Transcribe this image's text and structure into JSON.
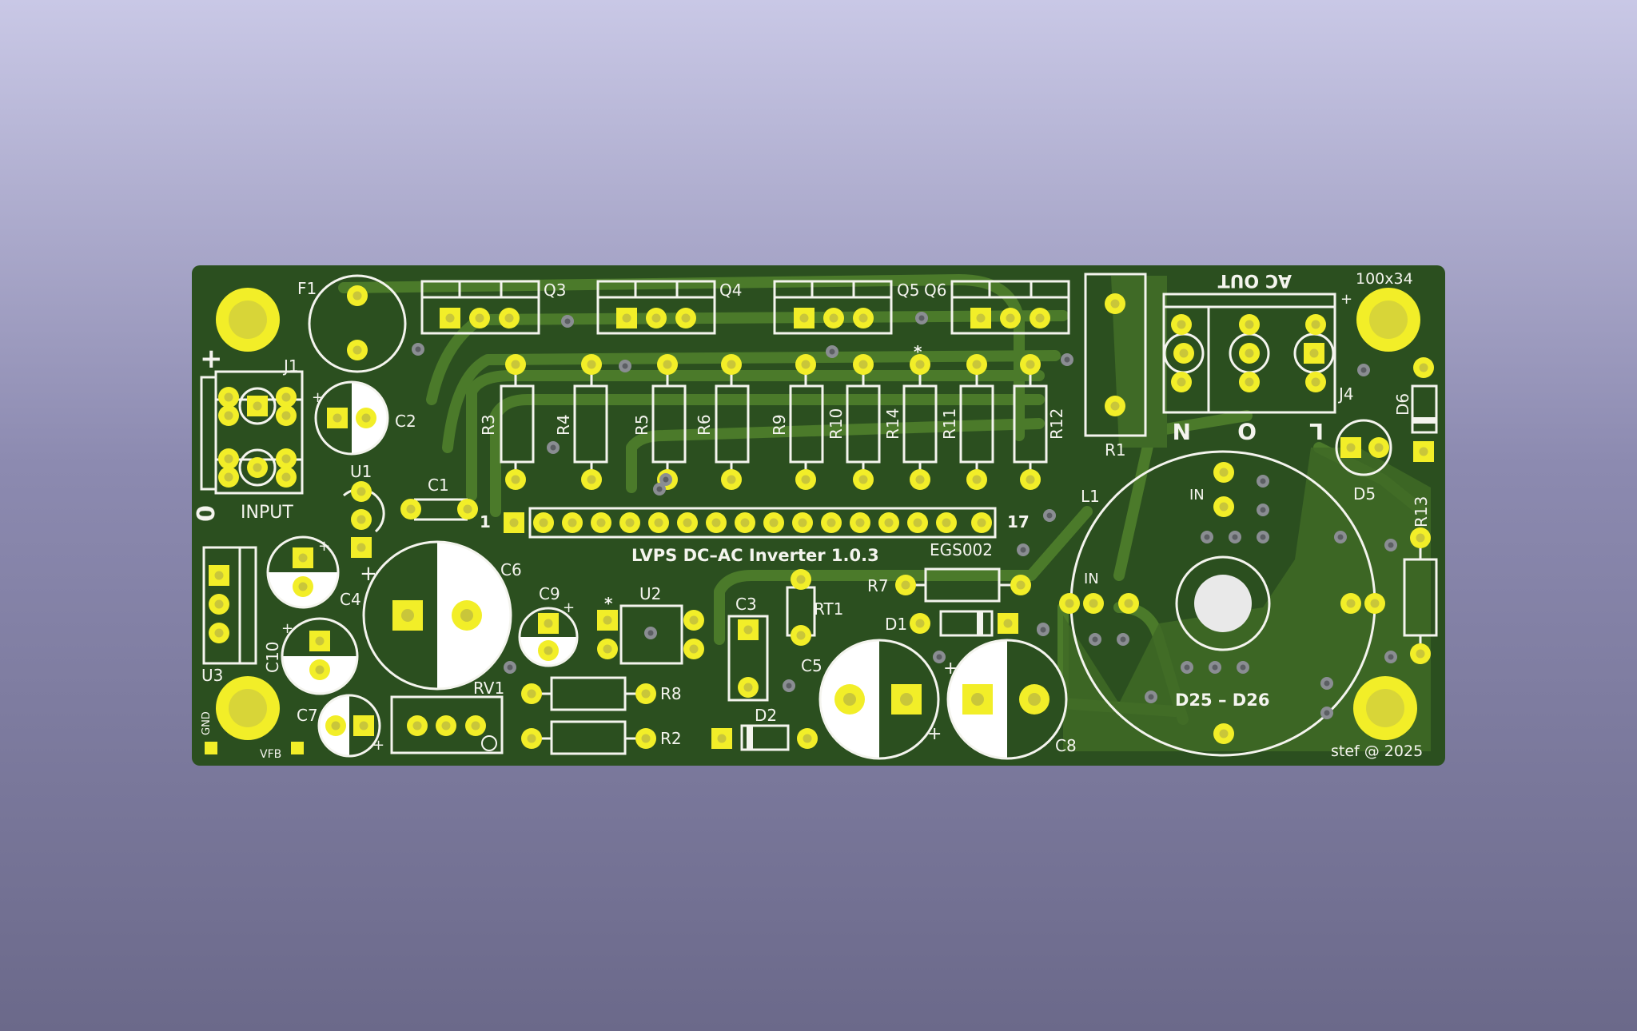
{
  "board": {
    "colors": {
      "soldermask": "#2b4f1f",
      "copper_fill": "#3f6a26",
      "trace": "#55802f",
      "pad": "#f2ee28",
      "hole": "#c9c63a",
      "silk": "#f4f4ee",
      "via": "#8a8d92",
      "background_top": "#c9c8e6",
      "background_bottom": "#6b698a"
    },
    "texts": {
      "title": "LVPS DC–AC Inverter 1.0.3",
      "size": "100x34",
      "author": "stef @ 2025",
      "input_label": "INPUT",
      "ac_out": "AC OUT",
      "gnd": "GND",
      "vfb": "VFB",
      "toroid_label": "D25 – D26",
      "in_top": "IN",
      "in_left": "IN",
      "plus": "+",
      "zero": "0",
      "pin_1": "1",
      "pin_17": "17",
      "marker_star": "*",
      "n_label": "N",
      "o_label": "O",
      "l_label": "L"
    },
    "designators": {
      "F1": "F1",
      "J1": "J1",
      "C2": "C2",
      "U1": "U1",
      "C1": "C1",
      "Q3": "Q3",
      "Q4": "Q4",
      "Q5": "Q5",
      "Q6": "Q6",
      "R3": "R3",
      "R4": "R4",
      "R5": "R5",
      "R6": "R6",
      "R9": "R9",
      "R10": "R10",
      "R14": "R14",
      "R11": "R11",
      "R12": "R12",
      "R1": "R1",
      "J4": "J4",
      "D6": "D6",
      "D5": "D5",
      "R13": "R13",
      "L1": "L1",
      "EGS002": "EGS002",
      "C6": "C6",
      "C4": "C4",
      "U3": "U3",
      "C10": "C10",
      "C7": "C7",
      "C9": "C9",
      "U2": "U2",
      "RV1": "RV1",
      "R8": "R8",
      "R2": "R2",
      "C3": "C3",
      "RT1": "RT1",
      "C5": "C5",
      "D2": "D2",
      "R7": "R7",
      "D1": "D1",
      "C8": "C8"
    }
  }
}
